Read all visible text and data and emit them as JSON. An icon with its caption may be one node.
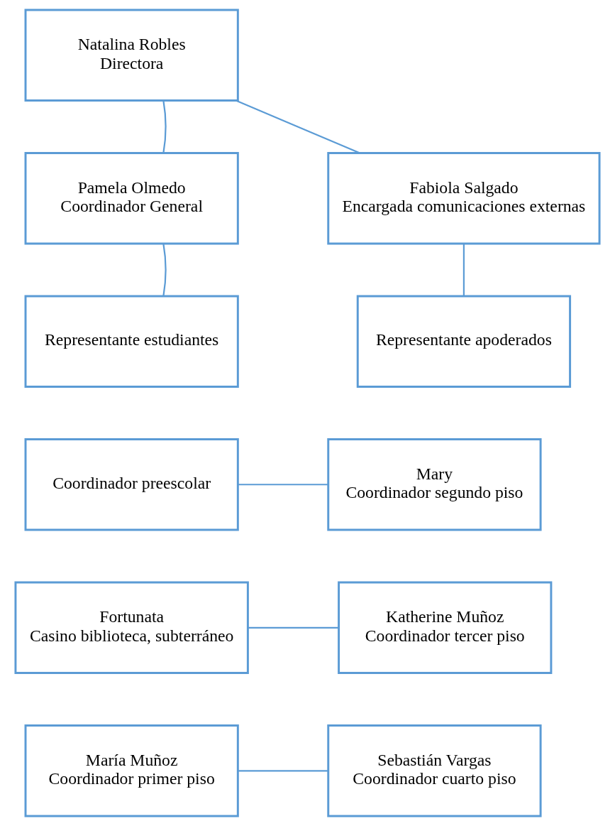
{
  "diagram": {
    "nodes": [
      {
        "text": [
          "Natalina Robles",
          "Directora"
        ]
      },
      {
        "text": [
          "Pamela Olmedo",
          "Coordinador General"
        ]
      },
      {
        "text": [
          "Fabiola Salgado",
          "Encargada comunicaciones externas"
        ]
      },
      {
        "text": [
          "Representante estudiantes"
        ]
      },
      {
        "text": [
          "Representante apoderados"
        ]
      },
      {
        "text": [
          "Coordinador preescolar"
        ]
      },
      {
        "text": [
          "Mary",
          "Coordinador segundo piso"
        ]
      },
      {
        "text": [
          "Fortunata",
          "Casino biblioteca, subterráneo"
        ]
      },
      {
        "text": [
          "Katherine Muñoz",
          "Coordinador tercer piso"
        ]
      },
      {
        "text": [
          "María Muñoz",
          "Coordinador primer piso"
        ]
      },
      {
        "text": [
          "Sebastián Vargas",
          "Coordinador cuarto piso"
        ]
      }
    ],
    "edges": [
      {
        "from": 0,
        "to": 1,
        "arrow": "none"
      },
      {
        "from": 0,
        "to": 2,
        "arrow": "none"
      },
      {
        "from": 1,
        "to": 3,
        "arrow": "none"
      },
      {
        "from": 2,
        "to": 4,
        "arrow": "none"
      },
      {
        "from": 5,
        "to": 6,
        "arrow": "none"
      },
      {
        "from": 7,
        "to": 8,
        "arrow": "none"
      },
      {
        "from": 9,
        "to": 10,
        "arrow": "none"
      }
    ]
  }
}
